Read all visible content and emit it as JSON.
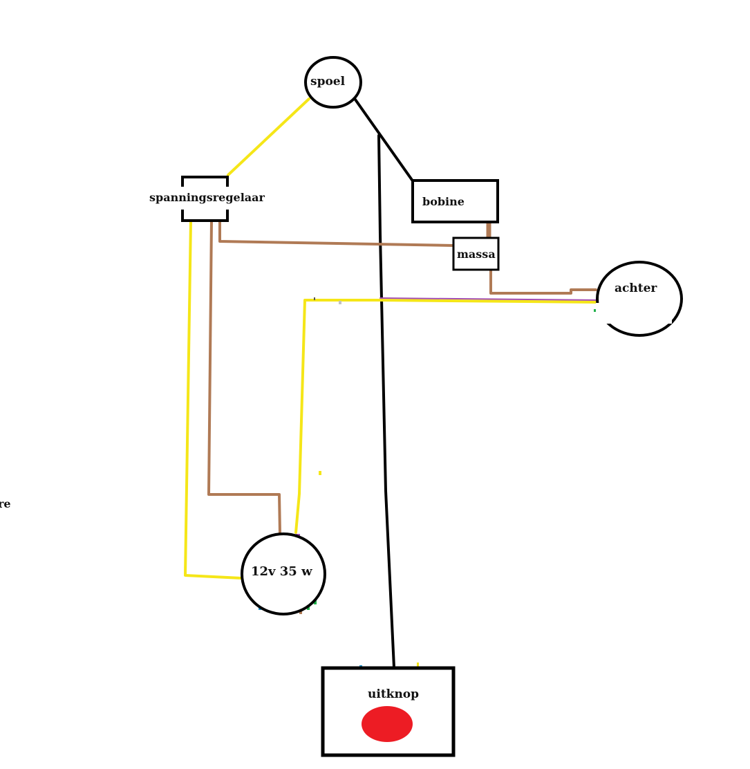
{
  "nodes": {
    "spoel": "spoel",
    "regulator": "spanningsregelaar",
    "bobine": "bobine",
    "massa": "massa",
    "achter": "achter",
    "lamp": "12v 35 w",
    "uitknop": "uitknop"
  },
  "edge_label": "re",
  "colors": {
    "yellow": "#f5e618",
    "brown": "#b07a55",
    "black": "#000000",
    "red": "#ed1c24",
    "purple": "#a34db0",
    "green": "#22b14c"
  }
}
